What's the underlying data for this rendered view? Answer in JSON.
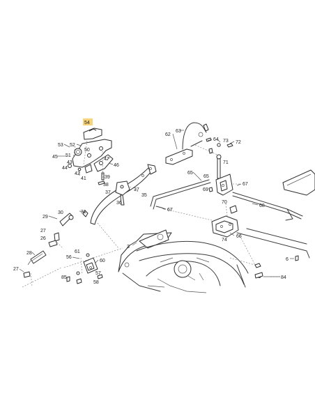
{
  "diagram": {
    "highlight_color": "#f7d37a",
    "line_color": "#3a3a3a",
    "callouts": [
      {
        "id": "c54",
        "text": "54",
        "highlighted": true
      },
      {
        "id": "c53",
        "text": "53"
      },
      {
        "id": "c52",
        "text": "52"
      },
      {
        "id": "c51",
        "text": "51"
      },
      {
        "id": "c50",
        "text": "50"
      },
      {
        "id": "c45",
        "text": "45"
      },
      {
        "id": "c44",
        "text": "44"
      },
      {
        "id": "c43",
        "text": "43"
      },
      {
        "id": "c42",
        "text": "42"
      },
      {
        "id": "c41",
        "text": "41"
      },
      {
        "id": "c47",
        "text": "47"
      },
      {
        "id": "c46",
        "text": "46"
      },
      {
        "id": "c39",
        "text": "39"
      },
      {
        "id": "c38",
        "text": "38"
      },
      {
        "id": "c37a",
        "text": "37"
      },
      {
        "id": "c37b",
        "text": "37"
      },
      {
        "id": "c35",
        "text": "35"
      },
      {
        "id": "c36",
        "text": "36"
      },
      {
        "id": "c62",
        "text": "62"
      },
      {
        "id": "c63",
        "text": "63"
      },
      {
        "id": "c65a",
        "text": "65"
      },
      {
        "id": "c64",
        "text": "64"
      },
      {
        "id": "c73",
        "text": "73"
      },
      {
        "id": "c72",
        "text": "72"
      },
      {
        "id": "c71",
        "text": "71"
      },
      {
        "id": "c65b",
        "text": "65"
      },
      {
        "id": "c69",
        "text": "69"
      },
      {
        "id": "c67a",
        "text": "67"
      },
      {
        "id": "c70",
        "text": "70"
      },
      {
        "id": "c68",
        "text": "68"
      },
      {
        "id": "c67b",
        "text": "67"
      },
      {
        "id": "c74",
        "text": "74"
      },
      {
        "id": "c66",
        "text": "66"
      },
      {
        "id": "c31",
        "text": "31"
      },
      {
        "id": "c30",
        "text": "30"
      },
      {
        "id": "c29",
        "text": "29"
      },
      {
        "id": "c27a",
        "text": "27"
      },
      {
        "id": "c26",
        "text": "26"
      },
      {
        "id": "c28",
        "text": "28"
      },
      {
        "id": "c27b",
        "text": "27"
      },
      {
        "id": "c3",
        "text": "3"
      },
      {
        "id": "c61",
        "text": "61"
      },
      {
        "id": "c56",
        "text": "56"
      },
      {
        "id": "c60",
        "text": "60"
      },
      {
        "id": "c57",
        "text": "57"
      },
      {
        "id": "c85",
        "text": "85"
      },
      {
        "id": "c58",
        "text": "58"
      },
      {
        "id": "c6",
        "text": "6"
      },
      {
        "id": "c84",
        "text": "84"
      }
    ]
  }
}
